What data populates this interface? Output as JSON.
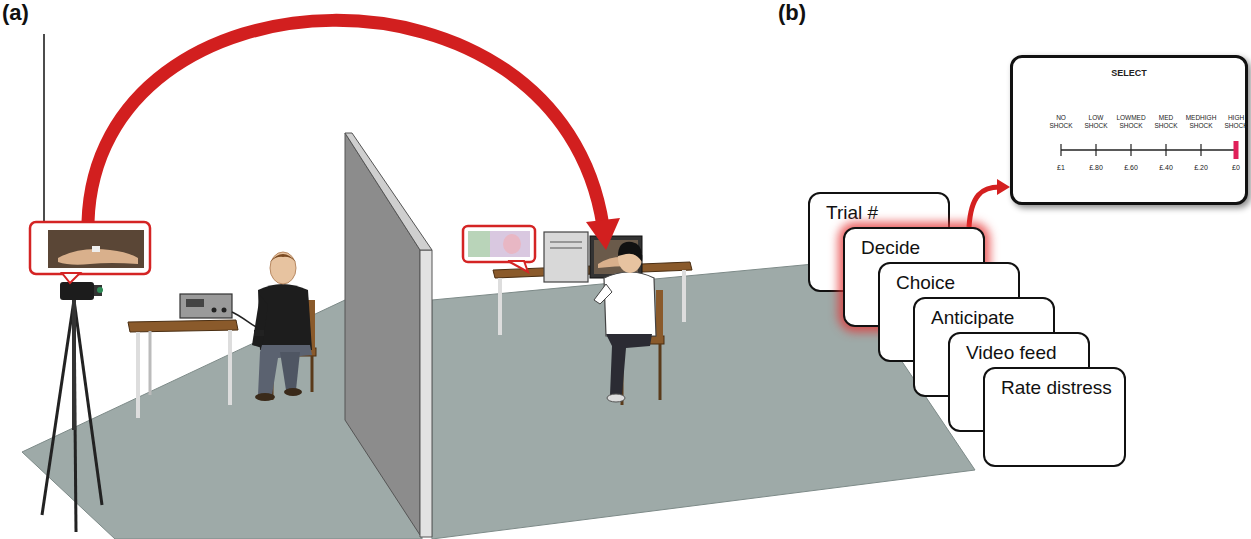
{
  "diagram": {
    "nodes": [
      {
        "text": [
          "Trial #"
        ]
      },
      {
        "text": [
          "Decide"
        ]
      },
      {
        "text": [
          "Choice"
        ]
      },
      {
        "text": [
          "Anticipate"
        ]
      },
      {
        "text": [
          "Video feed"
        ]
      },
      {
        "text": [
          "Rate distress"
        ]
      },
      {
        "text": [
          "SELECT",
          "NO SHOCK",
          "LOW SHOCK",
          "LOWMED SHOCK",
          "MED SHOCK",
          "MEDHIGH SHOCK",
          "HIGH SHOCK",
          "£1",
          "£.80",
          "£.60",
          "£.40",
          "£.20",
          "£0"
        ]
      }
    ],
    "edges": [
      {
        "from": 1,
        "to": 6,
        "arrow": "to"
      }
    ],
    "labels": [
      "(a)",
      "(b)"
    ]
  }
}
